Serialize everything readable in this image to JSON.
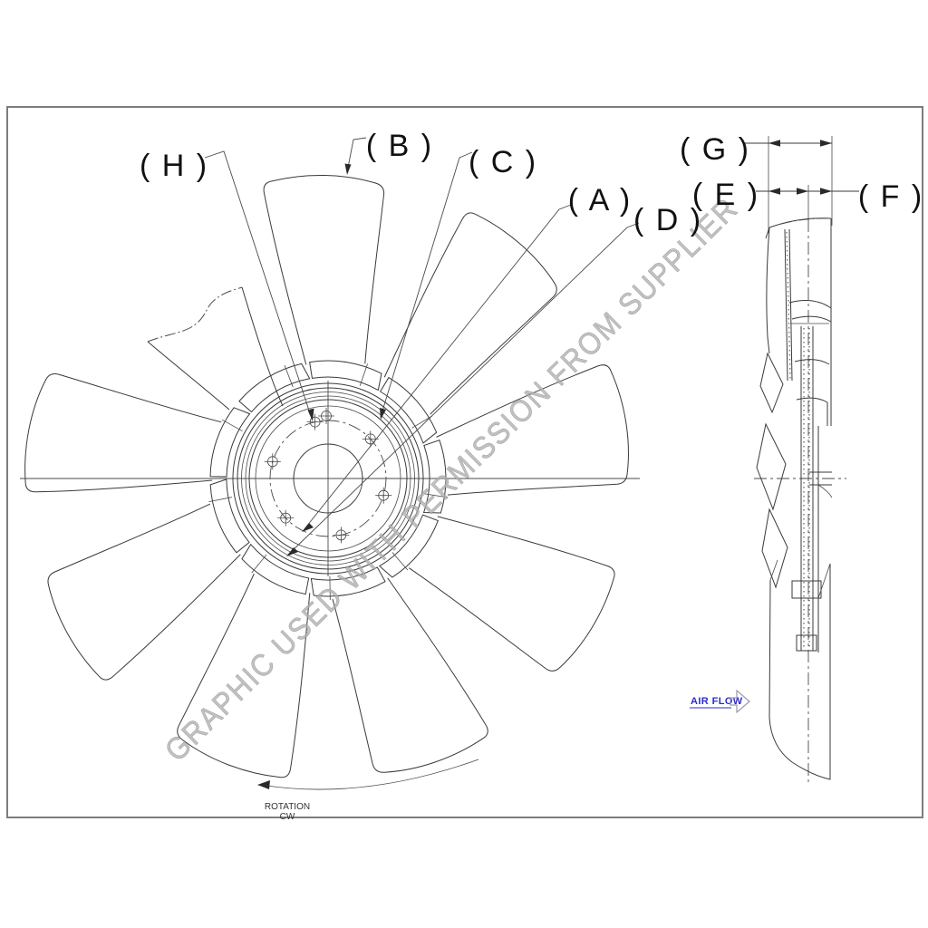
{
  "callouts": {
    "A": "( A )",
    "B": "( B )",
    "C": "( C )",
    "D": "( D )",
    "E": "( E )",
    "F": "( F )",
    "G": "( G )",
    "H": "( H )"
  },
  "notes": {
    "rotation_line1": "ROTATION",
    "rotation_line2": "CW",
    "air_flow": "AIR FLOW"
  },
  "watermark": "GRAPHIC USED WITH PERMISSION FROM SUPPLIER",
  "colors": {
    "line": "#3a3a3a",
    "border": "#7d7d7d",
    "air_flow_text": "#2b2bcf",
    "watermark": "#b3b3b3"
  }
}
